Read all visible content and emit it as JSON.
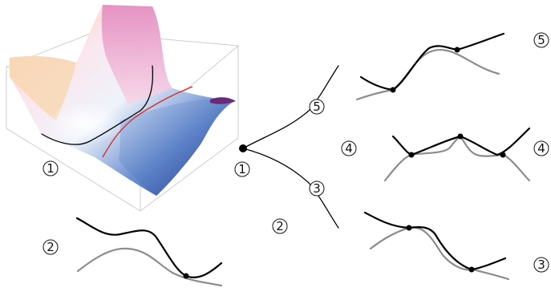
{
  "labels": {
    "surface": "1",
    "node_center": "1",
    "branch_upper": "5",
    "branch_lower": "3",
    "left_bottom": "2",
    "middle_bottom": "2",
    "middle_right": "4",
    "right_top": "5",
    "right_middle": "4",
    "right_bottom": "3"
  },
  "colors": {
    "surface_pink": "#e79ac6",
    "surface_orange": "#f6c89a",
    "surface_white": "#f4f6fb",
    "surface_blue": "#3b63b8",
    "surface_dark_blue": "#1e2f86",
    "surface_purple": "#6a2a78",
    "red_curve": "#d62a2a",
    "gray_curve": "#8c8c8c",
    "black": "#000000"
  }
}
